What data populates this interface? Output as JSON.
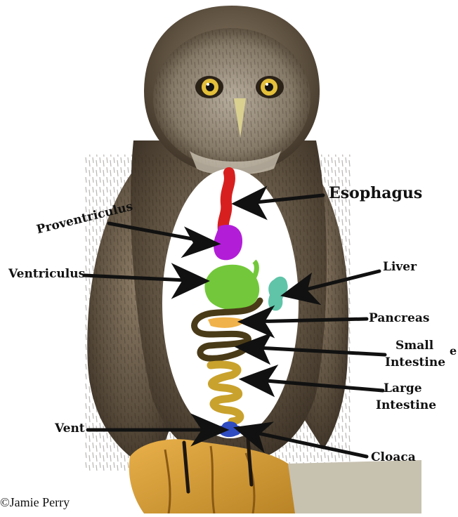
{
  "labels": {
    "esophagus": "Esophagus",
    "proventriculus": "Proventriculus",
    "ventriculus": "Ventriculus",
    "liver": "Liver",
    "pancreas": "Pancreas",
    "small_intestine_1": "Small",
    "small_intestine_2": "Intestine",
    "large_intestine_1": "Large",
    "large_intestine_2": "Intestine",
    "vent": "Vent",
    "cloaca": "Cloaca",
    "stray_e": "e"
  },
  "credit": "©Jamie Perry",
  "colors": {
    "esophagus": "#d81f1f",
    "proventriculus": "#b21ed8",
    "ventriculus": "#72c83a",
    "liver": "#5fc4a8",
    "pancreas": "#f0b24a",
    "small_intestine": "#4a3b18",
    "large_intestine": "#c9a22e",
    "cloaca": "#2f4cc0"
  }
}
